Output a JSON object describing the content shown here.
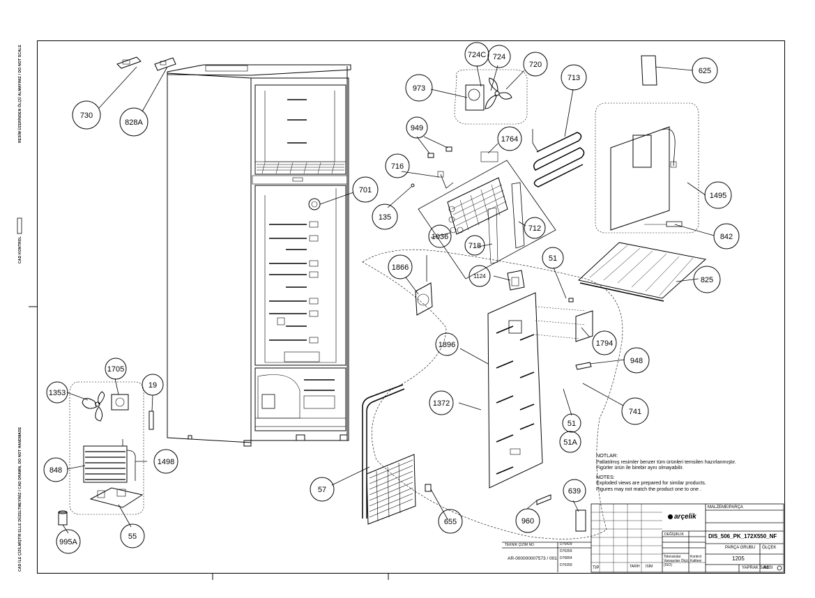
{
  "margin_texts": {
    "top_left": "RESİM ÜZERİNDEN ÖLÇÜ ALMAYINIZ / DO NOT SCALE",
    "mid_left": "CAD KONTROL",
    "bottom_left": "CAD İLE ÇİZİLMİŞTİR ELLE DÜZELTMEYİNİZ / CAD DRAWN, DO NOT HANDMADE"
  },
  "callouts": [
    {
      "label": "730"
    },
    {
      "label": "828A"
    },
    {
      "label": "701"
    },
    {
      "label": "135"
    },
    {
      "label": "973"
    },
    {
      "label": "724C"
    },
    {
      "label": "724"
    },
    {
      "label": "720"
    },
    {
      "label": "713"
    },
    {
      "label": "625"
    },
    {
      "label": "949"
    },
    {
      "label": "1764"
    },
    {
      "label": "716"
    },
    {
      "label": "1036"
    },
    {
      "label": "718"
    },
    {
      "label": "712"
    },
    {
      "label": "1495"
    },
    {
      "label": "842"
    },
    {
      "label": "825"
    },
    {
      "label": "51"
    },
    {
      "label": "1124"
    },
    {
      "label": "1866"
    },
    {
      "label": "1896"
    },
    {
      "label": "1794"
    },
    {
      "label": "948"
    },
    {
      "label": "741"
    },
    {
      "label": "1372"
    },
    {
      "label": "51"
    },
    {
      "label": "51A"
    },
    {
      "label": "1705"
    },
    {
      "label": "19"
    },
    {
      "label": "1353"
    },
    {
      "label": "1498"
    },
    {
      "label": "848"
    },
    {
      "label": "55"
    },
    {
      "label": "995A"
    },
    {
      "label": "57"
    },
    {
      "label": "655"
    },
    {
      "label": "960"
    },
    {
      "label": "639"
    }
  ],
  "notes": {
    "heading_tr": "NOTLAR:",
    "line1_tr": "Patlatılmış resimler benzer tüm ürünleri temsilen hazırlanmıştır.",
    "line2_tr": "Figürler ürün ile birebir aynı olmayabilir.",
    "heading_en": "NOTES:",
    "line1_en": "Exploded views are prepared for similar products.",
    "line2_en": "Figures may not match the product one to one ."
  },
  "title_block": {
    "brand": "arçelik",
    "tip_label": "TIP",
    "drawing_number_label": "TEKNİK ÇİZİM NO",
    "drawing_number": "AR-000000007573 / 001",
    "drawing_title": "DIS_506_PK_172X550_NF",
    "part_group": "1205",
    "part_group_label": "PARÇA GRUBU",
    "doc_label": "MALZEME/PARÇA",
    "scale_label": "ÖLÇEK",
    "sheet_label": "YAPRAK SAYISI",
    "sheet_value": "A1",
    "tolerance_label": "Toleranslar Varsayılan Ölçü (ISO)",
    "control_label": "Kontrol Kalitesi",
    "change_label": "DEĞİŞİKLİK",
    "date_label": "TARİH",
    "name_label": "İSİM",
    "rev_codes": [
      "D76429",
      "D76359",
      "D76854",
      "D76359"
    ]
  }
}
